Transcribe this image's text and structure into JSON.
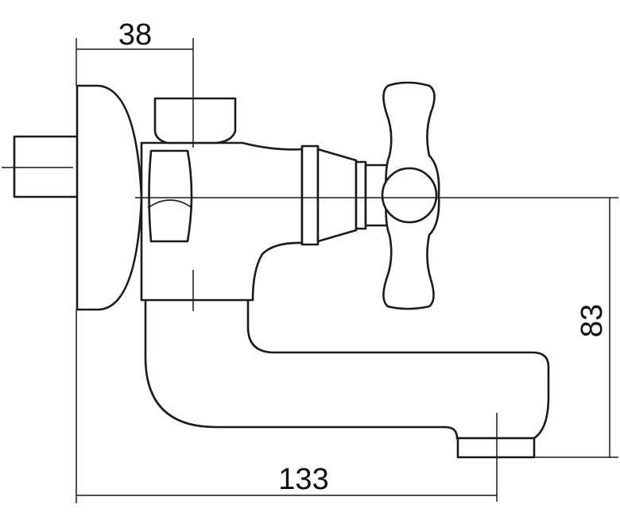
{
  "dimensions": {
    "top_width": "38",
    "bottom_width": "133",
    "right_height": "83"
  },
  "colors": {
    "line": "#1a1a1a",
    "background": "#ffffff"
  }
}
